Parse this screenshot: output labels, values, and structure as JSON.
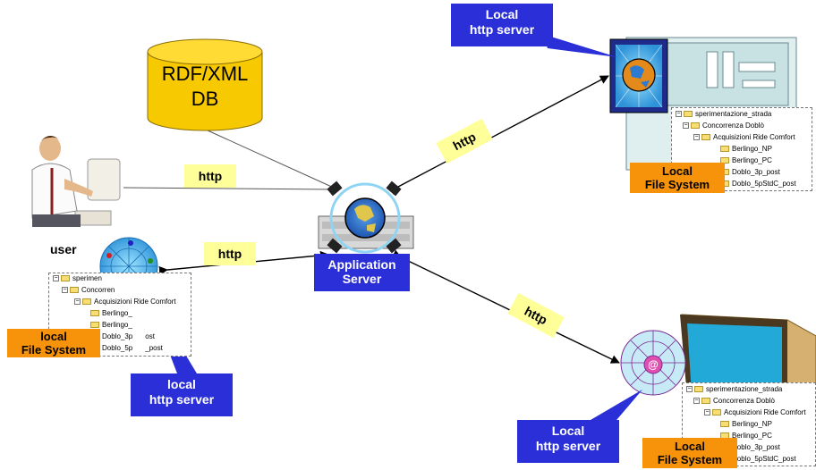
{
  "db": {
    "line1": "RDF/XML",
    "line2": "DB"
  },
  "user": {
    "label": "user"
  },
  "app_server": {
    "line1": "Application",
    "line2": "Server"
  },
  "link_labels": {
    "user_link": "http",
    "local_link": "http",
    "top_link": "http",
    "bottom_link": "http"
  },
  "callouts": {
    "top_right": {
      "line1": "Local",
      "line2": "http server"
    },
    "bottom_left": {
      "line1": "local",
      "line2": "http server"
    },
    "bottom_right": {
      "line1": "Local",
      "line2": "http server"
    }
  },
  "file_system_labels": {
    "left": {
      "line1": "local",
      "line2": "File System"
    },
    "top_right": {
      "line1": "Local",
      "line2": "File System"
    },
    "bottom_right": {
      "line1": "Local",
      "line2": "File System"
    }
  },
  "trees": {
    "left": [
      "sperimen",
      "Concorren",
      "Acquisizioni Ride Comfort",
      "Berlingo_",
      "Berlingo_",
      "Doblo_3p",
      "Doblo_5p"
    ],
    "left_suffix": [
      "",
      "",
      "",
      "",
      "",
      "ost",
      "_post"
    ],
    "top_right": [
      "sperimentazione_strada",
      "Concorrenza Doblò",
      "Acquisizioni Ride Comfort",
      "Berlingo_NP",
      "Berlingo_PC",
      "Doblo_3p_post",
      "Doblo_5pStdC_post"
    ],
    "bottom_right": [
      "sperimentazione_strada",
      "Concorrenza Doblò",
      "Acquisizioni Ride Comfort",
      "Berlingo_NP",
      "Berlingo_PC",
      "Doblo_3p_post",
      "Doblo_5pStdC_post"
    ]
  },
  "colors": {
    "callout_blue": "#2b2fd8",
    "file_system_orange": "#f7930a",
    "label_yellow": "#ffff99",
    "db_yellow": "#f7c900"
  }
}
